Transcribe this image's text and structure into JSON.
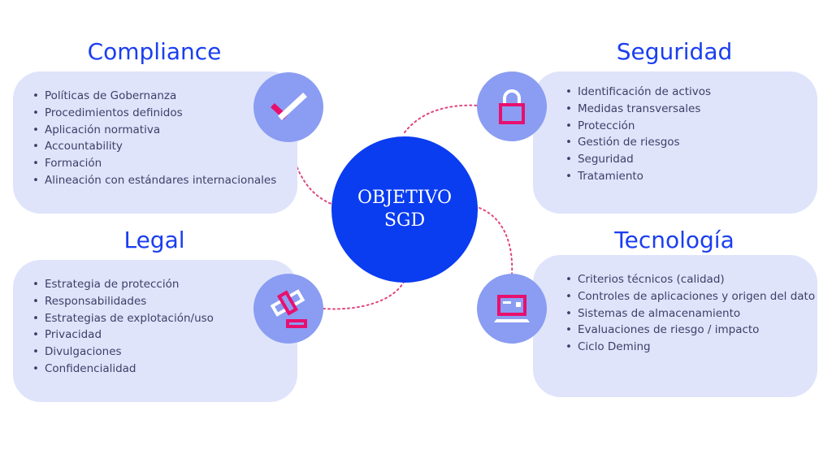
{
  "center": {
    "line1": "OBJETIVO",
    "line2": "SGD"
  },
  "colors": {
    "title": "#1a3ef0",
    "card": "#dfe4fb",
    "icon_bg": "#8a9df2",
    "center": "#0a3cf0",
    "accent": "#e8106e",
    "connector": "#e0457f"
  },
  "compliance": {
    "title": "Compliance",
    "icon": "checkmark-icon",
    "items": [
      "Políticas de Gobernanza",
      "Procedimientos definidos",
      "Aplicación normativa",
      "Accountability",
      "Formación",
      "Alineación con estándares internacionales"
    ]
  },
  "seguridad": {
    "title": "Seguridad",
    "icon": "padlock-icon",
    "items": [
      "Identificación de activos",
      "Medidas transversales",
      "Protección",
      "Gestión de riesgos",
      "Seguridad",
      "Tratamiento"
    ]
  },
  "legal": {
    "title": "Legal",
    "icon": "gavel-icon",
    "items": [
      "Estrategia de protección",
      "Responsabilidades",
      "Estrategias de explotación/uso",
      "Privacidad",
      "Divulgaciones",
      "Confidencialidad"
    ]
  },
  "tecnologia": {
    "title": "Tecnología",
    "icon": "laptop-icon",
    "items": [
      "Criterios técnicos (calidad)",
      "Controles de aplicaciones y origen del dato",
      "Sistemas de almacenamiento",
      "Evaluaciones de riesgo / impacto",
      "Ciclo Deming"
    ]
  }
}
